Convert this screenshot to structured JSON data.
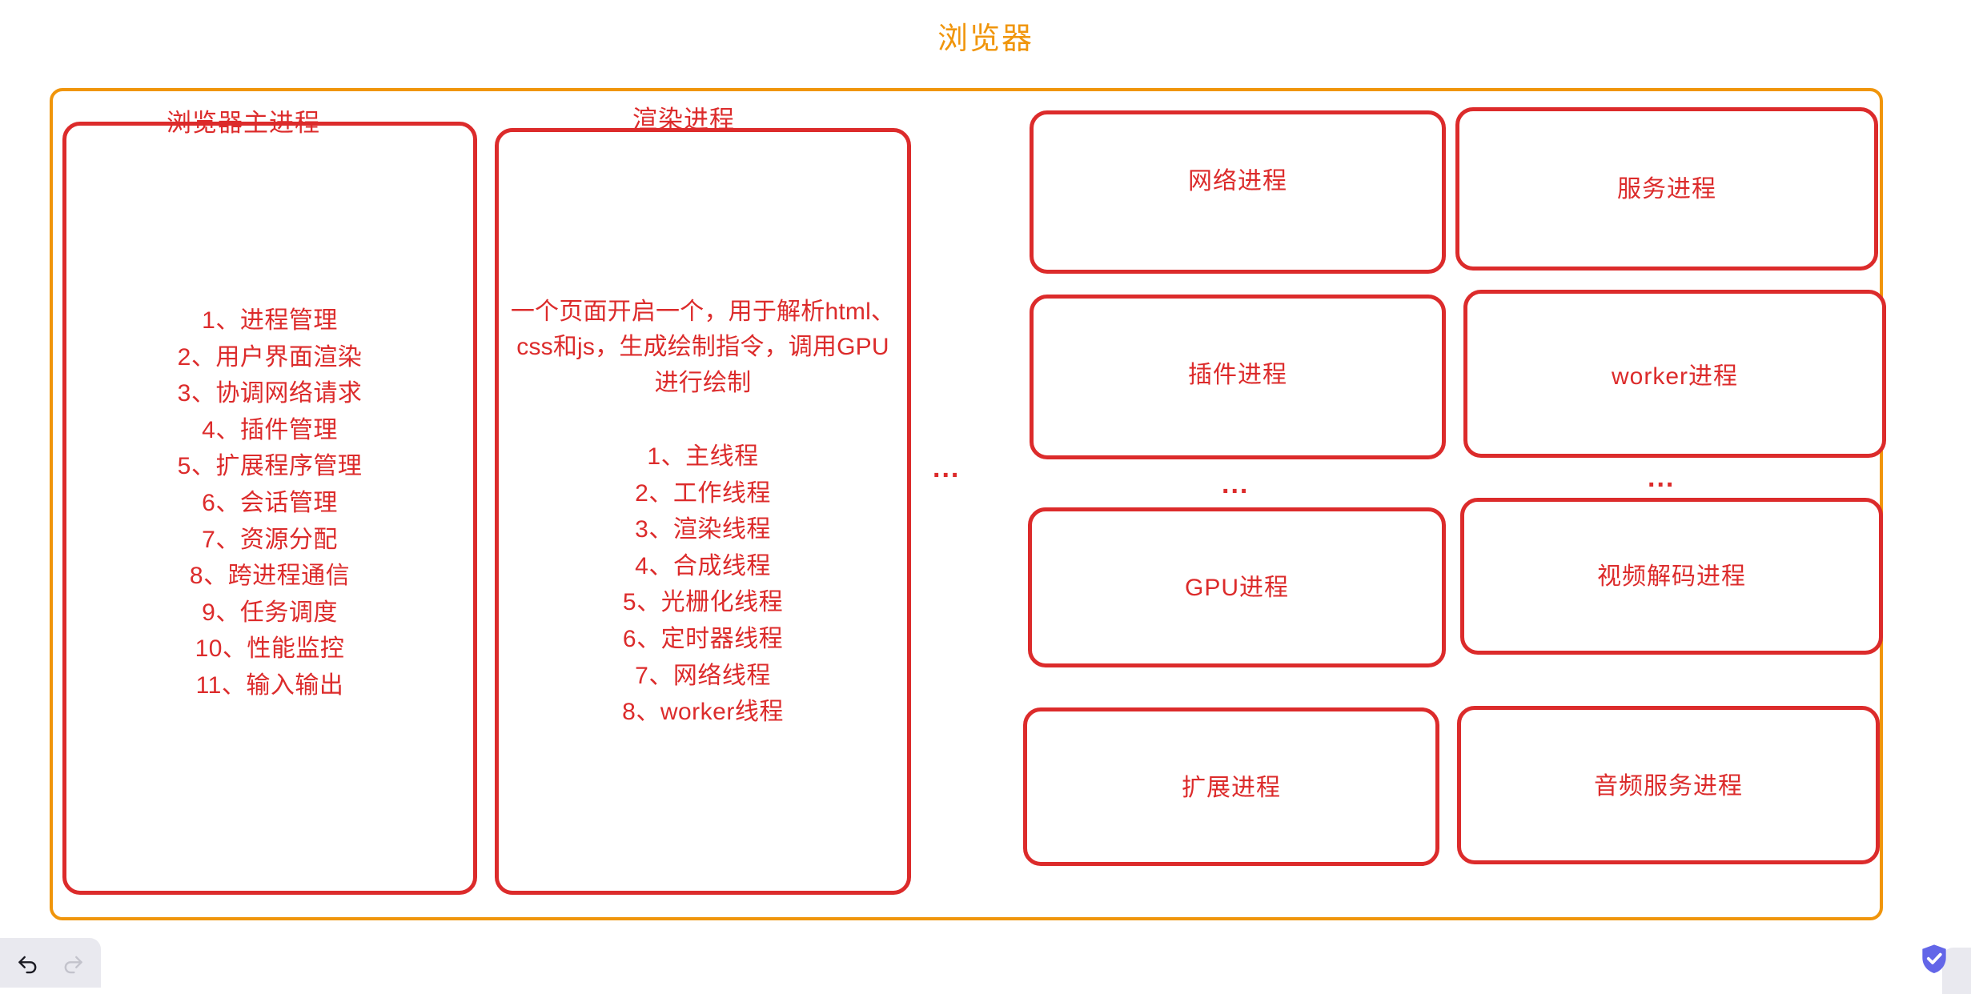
{
  "diagram": {
    "title": "浏览器",
    "title_color": "#F0950B",
    "box_color": "#DC2B2B"
  },
  "panels": {
    "main_process": {
      "heading": "浏览器主进程",
      "items": [
        "1、进程管理",
        "2、用户界面渲染",
        "3、协调网络请求",
        "4、插件管理",
        "5、扩展程序管理",
        "6、会话管理",
        "7、资源分配",
        "8、跨进程通信",
        "9、任务调度",
        "10、性能监控",
        "11、输入输出"
      ]
    },
    "render_process": {
      "heading": "渲染进程",
      "description": "一个页面开启一个，用于解析html、css和js，生成绘制指令，调用GPU进行绘制",
      "items": [
        "1、主线程",
        "2、工作线程",
        "3、渲染线程",
        "4、合成线程",
        "5、光栅化线程",
        "6、定时器线程",
        "7、网络线程",
        "8、worker线程"
      ]
    }
  },
  "separators": {
    "after_render_process": "...",
    "under_plugin_process": "...",
    "under_worker_process": "..."
  },
  "process_grid": {
    "boxes": [
      {
        "label": "网络进程"
      },
      {
        "label": "服务进程"
      },
      {
        "label": "插件进程"
      },
      {
        "label": "worker进程"
      },
      {
        "label": "GPU进程"
      },
      {
        "label": "视频解码进程"
      },
      {
        "label": "扩展进程"
      },
      {
        "label": "音频服务进程"
      }
    ]
  },
  "toolbar": {
    "undo_label": "undo",
    "redo_label": "redo"
  },
  "status": {
    "shield_label": "verified",
    "shield_color": "#6366E8"
  }
}
